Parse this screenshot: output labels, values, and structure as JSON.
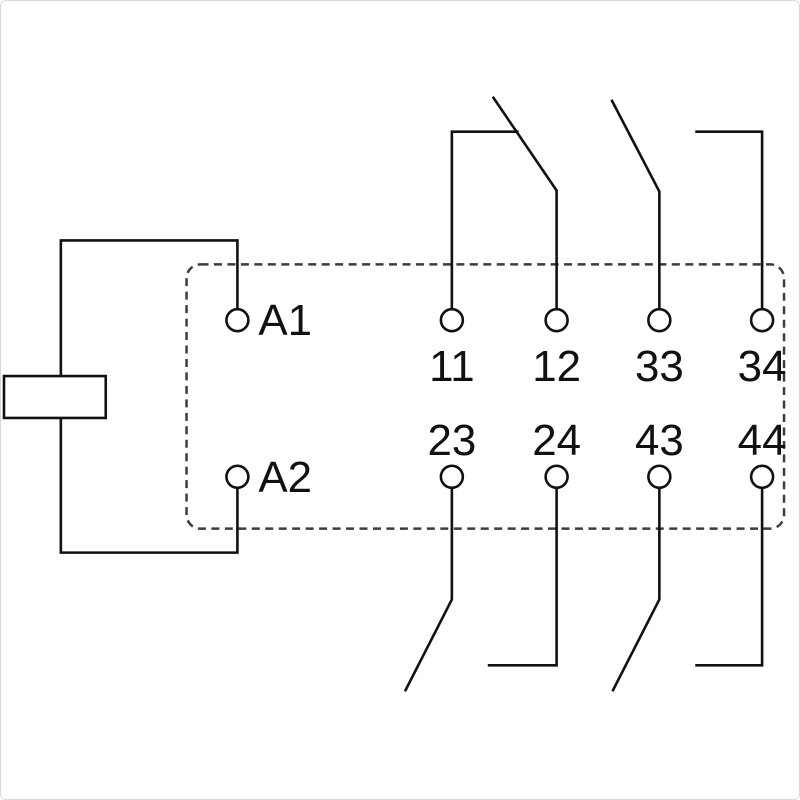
{
  "diagram": {
    "type": "relay-pinout-wiring-diagram",
    "coil": {
      "a1": "A1",
      "a2": "A2"
    },
    "top_terminals": [
      "11",
      "12",
      "33",
      "34"
    ],
    "bottom_terminals": [
      "23",
      "24",
      "43",
      "44"
    ],
    "colors": {
      "line": "#111111",
      "dashed_outline": "#3c3c3c",
      "background": "#ffffff"
    }
  }
}
